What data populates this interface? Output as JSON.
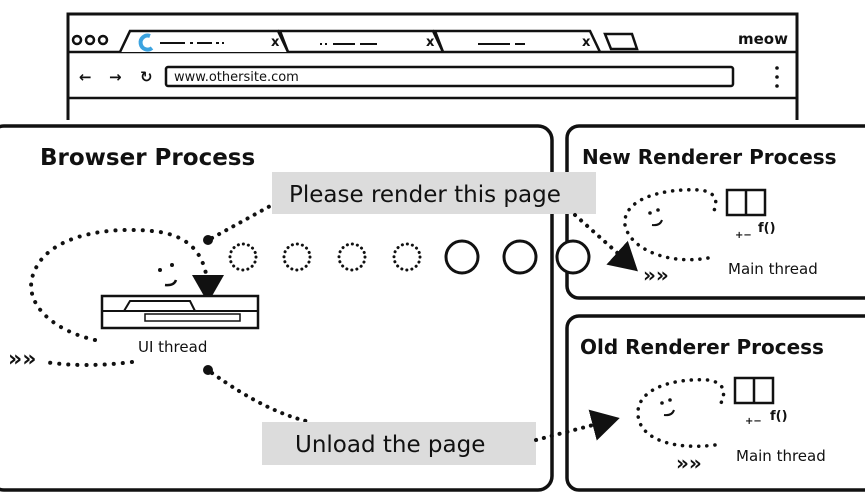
{
  "browser_window": {
    "profile_label": "meow",
    "address": "www.othersite.com",
    "tabs": [
      {
        "state": "loading"
      },
      {
        "state": "idle"
      },
      {
        "state": "idle"
      }
    ]
  },
  "browser_process": {
    "title": "Browser Process",
    "thread_label": "UI thread",
    "message_render": "Please render this page",
    "message_unload": "Unload the page"
  },
  "new_renderer": {
    "title": "New Renderer Process",
    "thread_label": "Main thread"
  },
  "old_renderer": {
    "title": "Old Renderer Process",
    "thread_label": "Main thread"
  },
  "icons": [
    "loading-spinner-icon",
    "back-arrow-icon",
    "forward-arrow-icon",
    "reload-icon",
    "menu-kebab-icon",
    "smiley-face-icon",
    "browser-window-icon",
    "book-icon",
    "function-icon",
    "arrows-icon"
  ],
  "colors": {
    "stroke": "#111111",
    "label_bg": "#dcdcdc",
    "spinner": "#3ba3e0"
  }
}
